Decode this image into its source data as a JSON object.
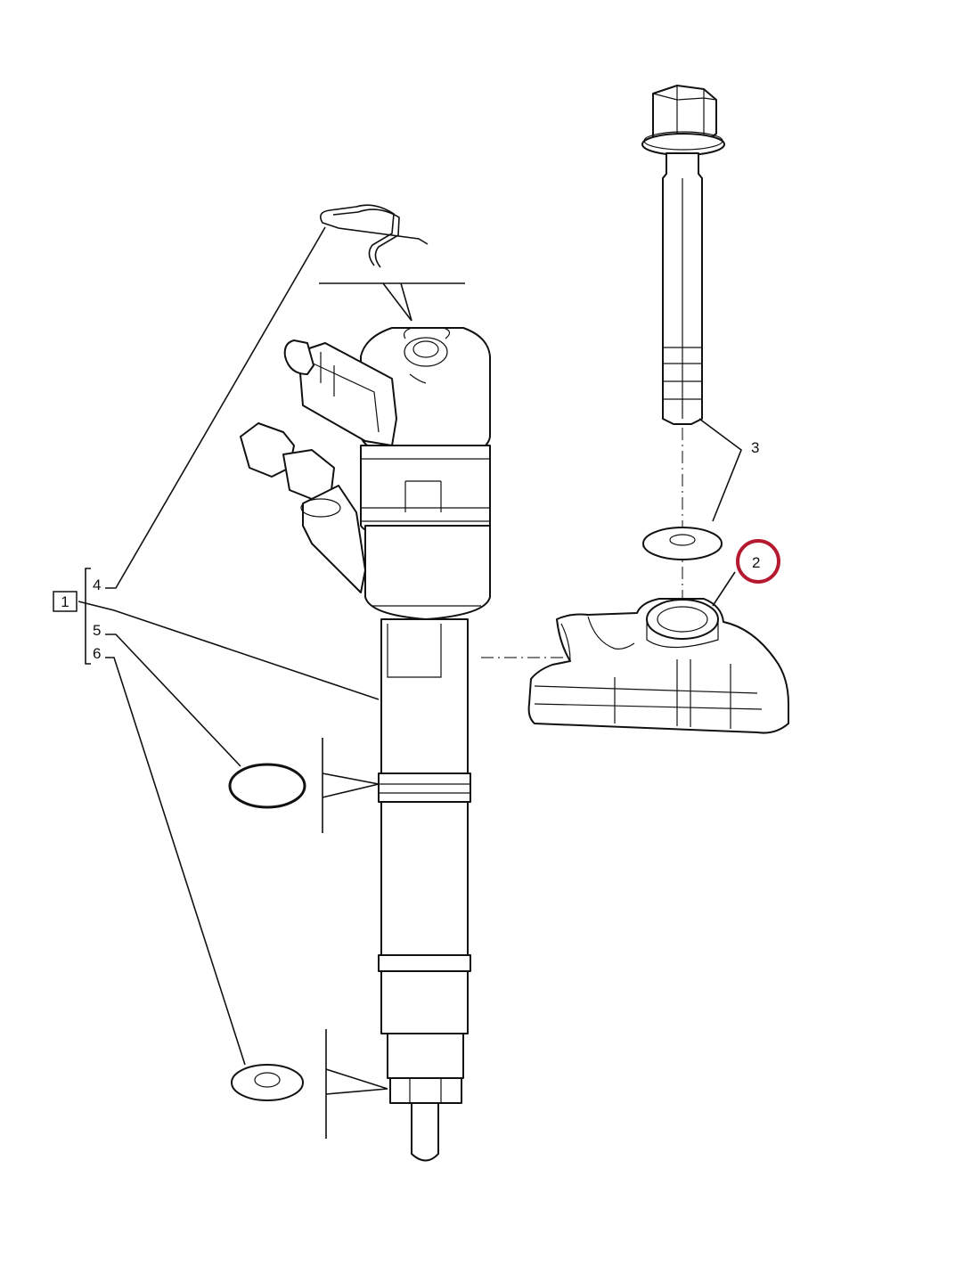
{
  "callouts": {
    "item_1": "1",
    "item_2": "2",
    "item_3": "3",
    "item_4": "4",
    "item_5": "5",
    "item_6": "6"
  },
  "highlight": {
    "item": "2",
    "color": "#b5192f"
  },
  "parts": [
    {
      "id": "1",
      "name": "injector-assembly"
    },
    {
      "id": "2",
      "name": "clamp-bracket"
    },
    {
      "id": "3",
      "name": "bolt-and-washer"
    },
    {
      "id": "4",
      "name": "retaining-clip"
    },
    {
      "id": "5",
      "name": "o-ring"
    },
    {
      "id": "6",
      "name": "sealing-washer"
    }
  ]
}
